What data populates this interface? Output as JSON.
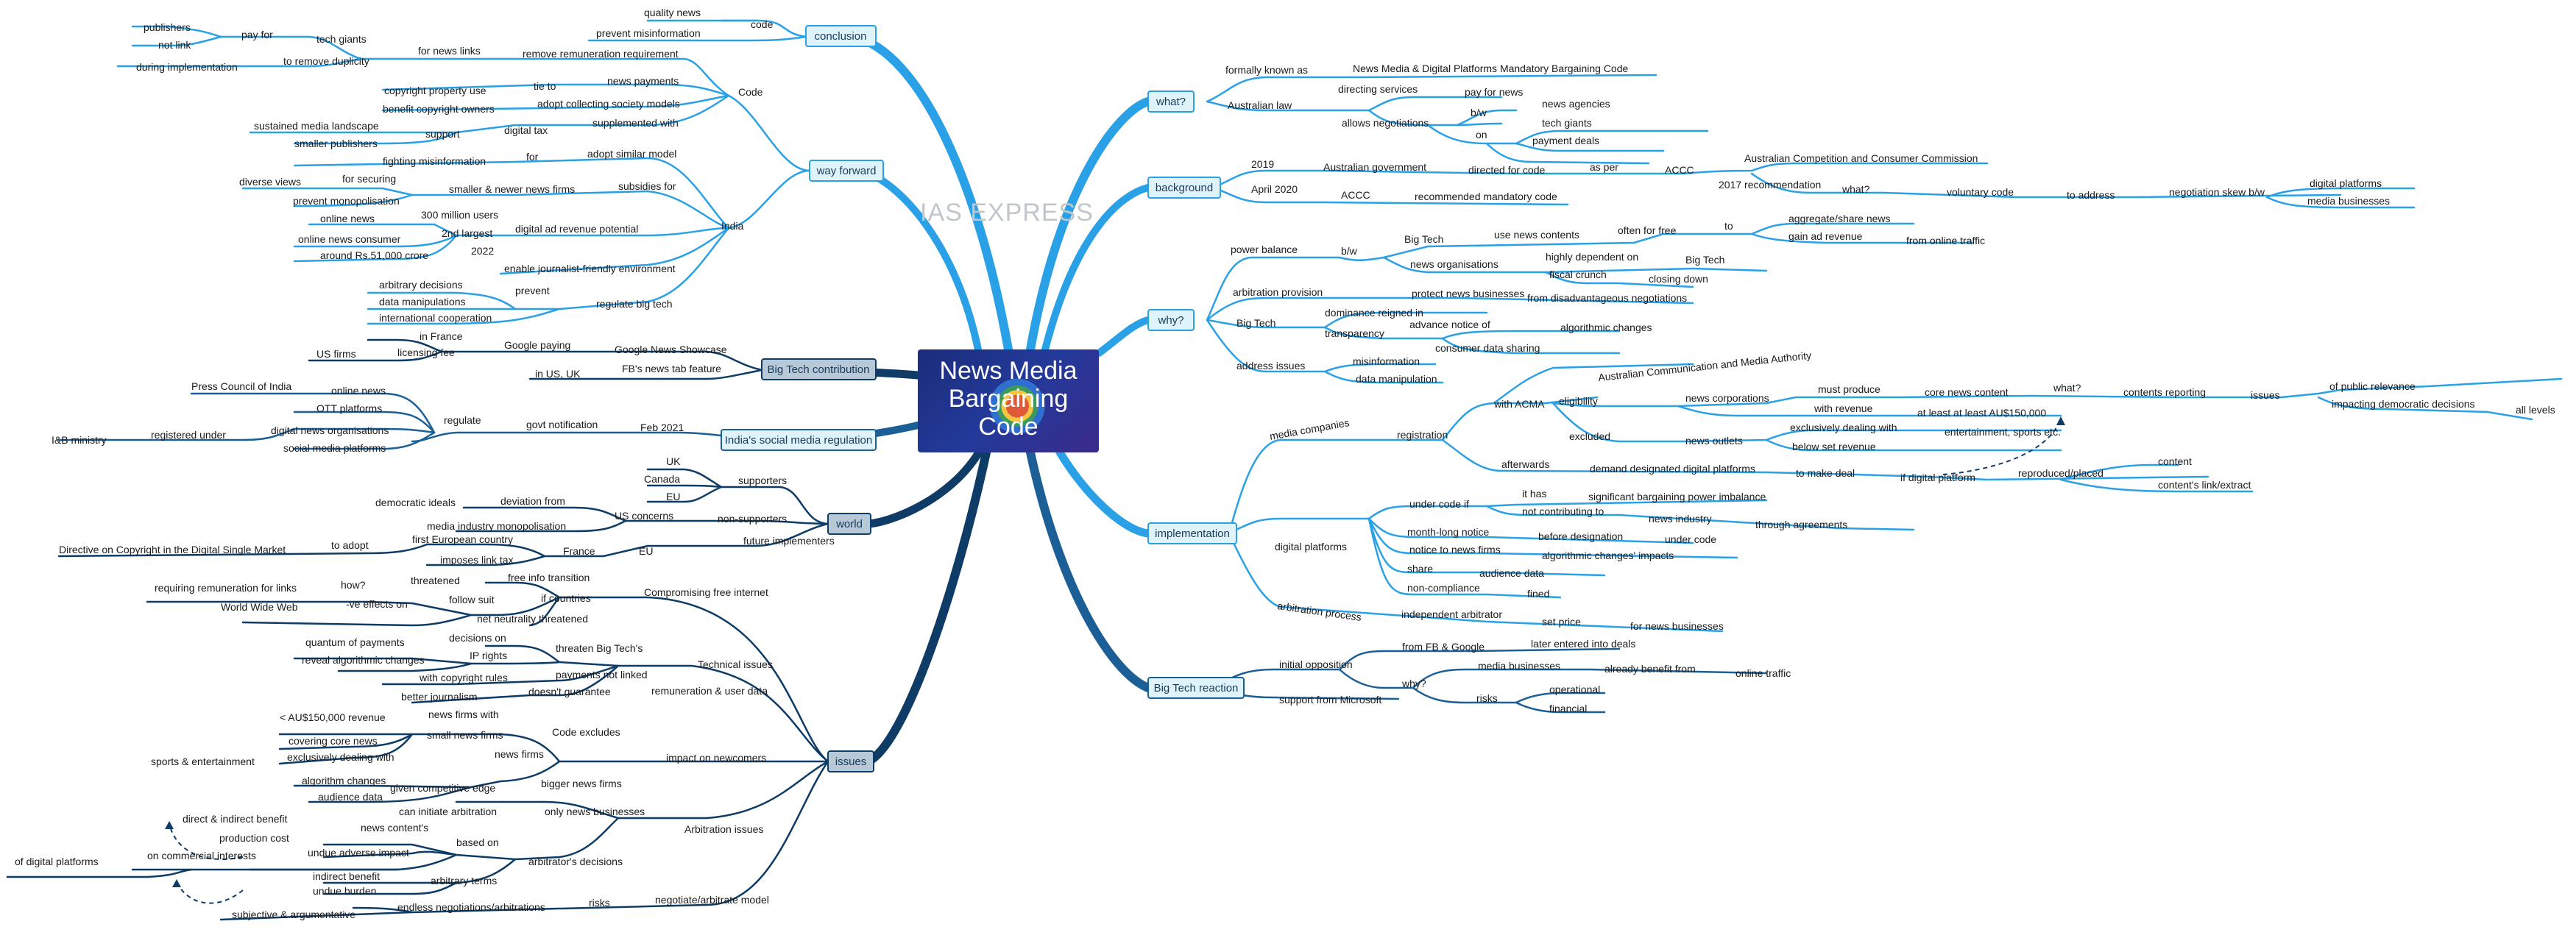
{
  "watermark": "IAS EXPRESS",
  "center": {
    "line1": "News Media",
    "line2": "Bargaining",
    "line3": "Code"
  },
  "colors": {
    "right_branch": "#2aa0e6",
    "left_branch": "#1c5f96",
    "deep_branch": "#0e3c66",
    "box_fill": "#dff3fb"
  },
  "mains": {
    "conclusion": "conclusion",
    "way_forward": "way forward",
    "big_tech_contribution": "Big Tech contribution",
    "india_social": "India's social media regulation",
    "world": "world",
    "issues": "issues",
    "what": "what?",
    "background": "background",
    "why": "why?",
    "implementation": "implementation",
    "big_tech_reaction": "Big Tech reaction"
  },
  "labels": {
    "quality_news": "quality news",
    "code_c": "code",
    "prevent_misinformation": "prevent misinformation",
    "publishers": "publishers",
    "pay_for": "pay for",
    "tech_giants_c": "tech giants",
    "not_link": "not link",
    "for_news_links": "for news links",
    "remove_remuneration": "remove remuneration requirement",
    "during_implementation": "during implementation",
    "to_remove_duplicity": "to remove duplicity",
    "code_wf": "Code",
    "copyright_property_use": "copyright property use",
    "tie_to": "tie to",
    "news_payments": "news payments",
    "benefit_copyright_owners": "benefit copyright owners",
    "adopt_collecting": "adopt collecting society models",
    "sustained_media": "sustained media landscape",
    "support": "support",
    "digital_tax": "digital tax",
    "supplemented_with": "supplemented with",
    "smaller_publishers": "smaller publishers",
    "fighting_misinfo": "fighting misinformation",
    "for_wf": "for",
    "adopt_similar": "adopt similar model",
    "for_securing": "for securing",
    "subsidies_for": "subsidies for",
    "diverse_views": "diverse views",
    "smaller_newer": "smaller & newer news firms",
    "india": "India",
    "prevent_monopolisation": "prevent monopolisation",
    "online_news": "online news",
    "users_300m": "300 million users",
    "online_news_consumer": "online news consumer",
    "second_largest": "2nd largest",
    "digital_ad_revenue": "digital ad revenue potential",
    "rs_crore": "around Rs.51,000 crore",
    "y2022": "2022",
    "enable_journalist": "enable journalist-friendly environment",
    "arbitrary_decisions": "arbitrary decisions",
    "prevent_i": "prevent",
    "data_manipulations": "data manipulations",
    "regulate_big_tech": "regulate big tech",
    "international_coop": "international cooperation",
    "in_france": "in France",
    "google_paying": "Google paying",
    "google_news_showcase": "Google News Showcase",
    "us_firms": "US firms",
    "licensing_fee": "licensing fee",
    "in_us_uk": "in US, UK",
    "fb_news_tab": "FB's news tab feature",
    "press_council": "Press Council of India",
    "online_news_s": "online news",
    "ott_platforms": "OTT platforms",
    "regulate": "regulate",
    "govt_notification": "govt notification",
    "feb_2021": "Feb 2021",
    "ib_ministry": "I&B ministry",
    "registered_under": "registered under",
    "digital_news_orgs": "digital news organisations",
    "social_media_platforms": "social media platforms",
    "uk": "UK",
    "canada": "Canada",
    "supporters": "supporters",
    "eu_w": "EU",
    "democratic_ideals": "democratic ideals",
    "deviation_from": "deviation from",
    "us_concerns": "US concerns",
    "non_supporters": "non-supporters",
    "media_industry_mono": "media industry monopolisation",
    "first_european": "first European country",
    "directive_copyright": "Directive on Copyright in the Digital Single Market",
    "to_adopt": "to adopt",
    "france": "France",
    "eu_f": "EU",
    "future_implementers": "future implementers",
    "imposes_link_tax": "imposes link tax",
    "free_info": "free info transition",
    "threatened": "threatened",
    "compromising": "Compromising free internet",
    "requiring_remuneration": "requiring remuneration for links",
    "how": "how?",
    "follow_suit": "follow suit",
    "if_countries": "if countries",
    "www": "World Wide Web",
    "neg_effects": "-ve effects on",
    "net_neutrality": "net neutrality threatened",
    "quantum_payments": "quantum of payments",
    "decisions_on": "decisions on",
    "ip_rights": "IP rights",
    "threaten_big_tech": "threaten Big Tech's",
    "reveal_algorithmic": "reveal algorithmic changes",
    "technical_issues": "Technical issues",
    "with_copyright_rules": "with copyright rules",
    "payments_not_linked": "payments not linked",
    "better_journalism": "better journalism",
    "doesnt_guarantee": "doesn't guarantee",
    "remuneration_user_data": "remuneration & user data",
    "lt_150000": "< AU$150,000 revenue",
    "news_firms_with": "news firms with",
    "code_excludes": "Code excludes",
    "covering_core": "covering core news",
    "small_news_firms": "small news firms",
    "impact_newcomers": "impact on newcomers",
    "sports_entertainment": "sports & entertainment",
    "exclusively_dealing": "exclusively dealing with",
    "news_firms_i": "news firms",
    "algorithm_changes": "algorithm changes",
    "bigger_news_firms": "bigger news firms",
    "audience_data_i": "audience data",
    "given_competitive_edge": "given competitive edge",
    "can_initiate": "can initiate arbitration",
    "only_news_businesses": "only news businesses",
    "arbitration_issues": "Arbitration issues",
    "direct_indirect": "direct & indirect benefit",
    "news_contents": "news content's",
    "production_cost": "production cost",
    "based_on": "based on",
    "of_digital_platforms": "of digital platforms",
    "on_commercial_interests": "on commercial interests",
    "undue_adverse": "undue adverse impact",
    "arbitrators_decisions": "arbitrator's decisions",
    "indirect_benefit": "indirect benefit",
    "undue_burden": "undue burden",
    "arbitrary_terms": "arbitrary terms",
    "subjective": "subjective & argumentative",
    "endless_negotiations": "endless negotiations/arbitrations",
    "risks_i": "risks",
    "negotiate_arbitrate": "negotiate/arbitrate model",
    "formally_known": "formally known as",
    "code_fullname": "News Media & Digital Platforms Mandatory Bargaining Code",
    "directing_services": "directing services",
    "pay_for_news": "pay for news",
    "australian_law": "Australian law",
    "b_w_w": "b/w",
    "news_agencies": "news agencies",
    "tech_giants_w": "tech giants",
    "allows_negotiations": "allows negotiations",
    "on_w": "on",
    "payment_deals": "payment deals",
    "y2019": "2019",
    "australian_government": "Australian government",
    "directed_for_code": "directed for code",
    "as_per": "as per",
    "accc_b": "ACCC",
    "accc_full": "Australian Competition and Consumer Commission",
    "rec_2017": "2017 recommendation",
    "what_b": "what?",
    "voluntary_code": "voluntary code",
    "to_address": "to address",
    "negotiation_skew": "negotiation skew b/w",
    "digital_platforms_b": "digital platforms",
    "media_businesses_b": "media businesses",
    "april_2020": "April 2020",
    "accc_b2": "ACCC",
    "recommended_mandatory": "recommended mandatory code",
    "power_balance": "power balance",
    "b_w_y": "b/w",
    "big_tech_y": "Big Tech",
    "use_news_contents": "use news contents",
    "often_for_free": "often for free",
    "to_y": "to",
    "aggregate_share": "aggregate/share news",
    "gain_ad_revenue": "gain ad revenue",
    "from_online_traffic": "from online traffic",
    "news_organisations": "news organisations",
    "highly_dependent": "highly dependent on",
    "big_tech_y2": "Big Tech",
    "fiscal_crunch": "fiscal crunch",
    "closing_down": "closing down",
    "arbitration_provision": "arbitration provision",
    "protect_news": "protect news businesses",
    "from_disadvantageous": "from disadvantageous negotiations",
    "big_tech_y3": "Big Tech",
    "dominance_reigned": "dominance reigned in",
    "transparency": "transparency",
    "advance_notice": "advance notice of",
    "algorithmic_changes": "algorithmic changes",
    "consumer_data_sharing": "consumer data sharing",
    "address_issues": "address issues",
    "misinformation": "misinformation",
    "data_manipulation": "data manipulation",
    "media_companies": "media companies",
    "registration": "registration",
    "with_acma": "with ACMA",
    "acma_full": "Australian Communication and Media Authority",
    "eligibility": "eligibility",
    "news_corporations": "news corporations",
    "must_produce": "must produce",
    "core_news_content": "core news content",
    "what_m": "what?",
    "contents_reporting": "contents reporting",
    "issues_m": "issues",
    "of_public_relevance": "of public relevance",
    "impacting_democratic": "impacting democratic decisions",
    "all_levels": "all levels",
    "with_revenue": "with revenue",
    "at_least": "at least at least AU$150,000",
    "excluded": "excluded",
    "news_outlets": "news outlets",
    "exclusively_dealing_m": "exclusively dealing with",
    "entertainment_sports": "entertainment, sports etc.",
    "below_set_revenue": "below set revenue",
    "afterwards": "afterwards",
    "demand_designated": "demand designated digital platforms",
    "to_make_deal": "to make deal",
    "if_digital_platform": "if digital platform",
    "reproduced_placed": "reproduced/placed",
    "content": "content",
    "contents_link": "content's link/extract",
    "digital_platforms_i": "digital platforms",
    "under_code_if": "under code if",
    "it_has": "it has",
    "significant_bargaining": "significant bargaining power imbalance",
    "not_contributing": "not contributing to",
    "news_industry": "news industry",
    "through_agreements": "through agreements",
    "month_long": "month-long notice",
    "before_designation": "before designation",
    "under_code": "under code",
    "notice_news_firms": "notice to news firms",
    "algorithmic_impacts": "algorithmic changes' impacts",
    "share": "share",
    "audience_data": "audience data",
    "non_compliance": "non-compliance",
    "fined": "fined",
    "arbitration_process": "arbitration process",
    "independent_arbitrator": "independent arbitrator",
    "set_price": "set price",
    "for_news_businesses": "for news businesses",
    "initial_opposition": "initial opposition",
    "from_fb_google": "from FB & Google",
    "later_entered": "later entered into deals",
    "why_r": "why?",
    "media_businesses_r": "media businesses",
    "already_benefit": "already benefit from",
    "online_traffic": "online traffic",
    "risks_r": "risks",
    "operational": "operational",
    "financial": "financial",
    "support_microsoft": "support from Microsoft"
  }
}
